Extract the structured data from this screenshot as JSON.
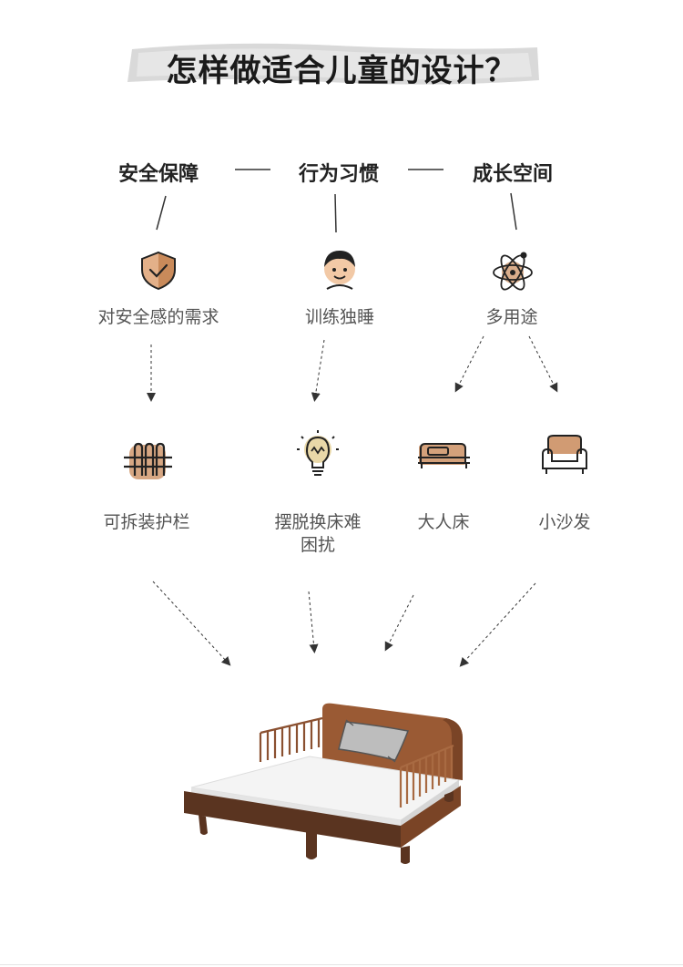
{
  "title": "怎样做适合儿童的设计？",
  "categories": [
    {
      "label": "安全保障",
      "need": "对安全感的需求",
      "need_icon": "shield-check-icon"
    },
    {
      "label": "行为习惯",
      "need": "训练独睡",
      "need_icon": "child-face-icon"
    },
    {
      "label": "成长空间",
      "need": "多用途",
      "need_icon": "atom-icon"
    }
  ],
  "solutions": [
    {
      "label": "可拆装护栏",
      "icon": "guardrail-icon"
    },
    {
      "label": "摆脱换床难",
      "label2": "困扰",
      "icon": "lightbulb-icon"
    },
    {
      "label": "大人床",
      "icon": "bed-icon"
    },
    {
      "label": "小沙发",
      "icon": "armchair-icon"
    }
  ],
  "colors": {
    "accent": "#c98a5a",
    "dark_wood": "#5a3420",
    "text": "#222222",
    "subtext": "#555555"
  }
}
